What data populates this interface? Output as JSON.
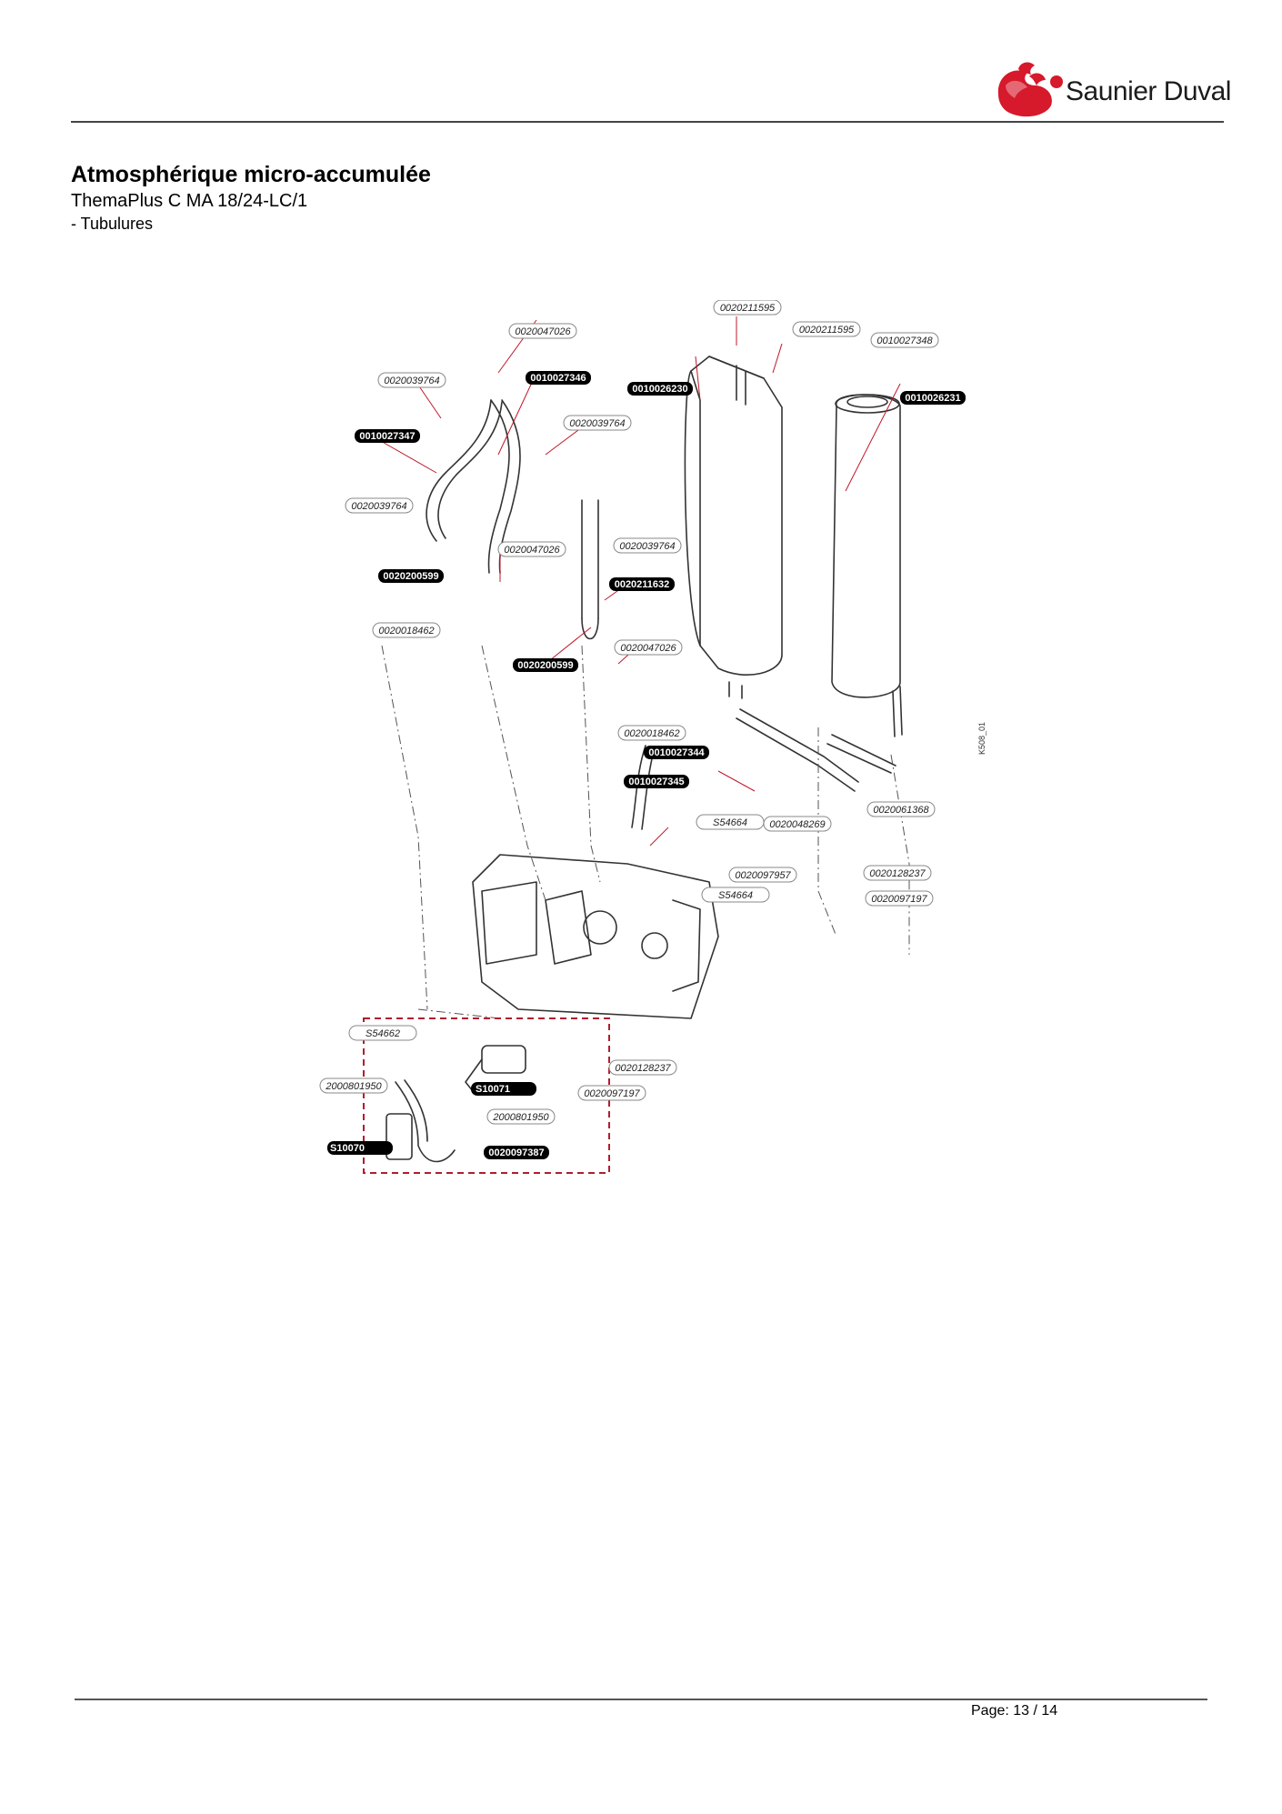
{
  "header": {
    "brand_name": "Saunier Duval",
    "brand_color": "#d6192b"
  },
  "document": {
    "title": "Atmosphérique micro-accumulée",
    "subtitle": "ThemaPlus C MA 18/24-LC/1",
    "section": "- Tubulures"
  },
  "diagram": {
    "drawing_ref": "K508_01",
    "callouts": [
      {
        "ref": "0020211595",
        "style": "outline"
      },
      {
        "ref": "0020047026",
        "style": "outline"
      },
      {
        "ref": "0020211595",
        "style": "outline"
      },
      {
        "ref": "0010027348",
        "style": "outline"
      },
      {
        "ref": "0020039764",
        "style": "outline"
      },
      {
        "ref": "0010027346",
        "style": "filled"
      },
      {
        "ref": "0010026230",
        "style": "filled"
      },
      {
        "ref": "0010026231",
        "style": "filled"
      },
      {
        "ref": "0020039764",
        "style": "outline"
      },
      {
        "ref": "0010027347",
        "style": "filled"
      },
      {
        "ref": "0020039764",
        "style": "outline"
      },
      {
        "ref": "0020047026",
        "style": "outline"
      },
      {
        "ref": "0020039764",
        "style": "outline"
      },
      {
        "ref": "0020200599",
        "style": "filled"
      },
      {
        "ref": "0020211632",
        "style": "filled"
      },
      {
        "ref": "0020018462",
        "style": "outline"
      },
      {
        "ref": "0020047026",
        "style": "outline"
      },
      {
        "ref": "0020200599",
        "style": "filled"
      },
      {
        "ref": "0020018462",
        "style": "outline"
      },
      {
        "ref": "0010027344",
        "style": "filled"
      },
      {
        "ref": "0010027345",
        "style": "filled"
      },
      {
        "ref": "S54664",
        "style": "outline"
      },
      {
        "ref": "0020048269",
        "style": "outline"
      },
      {
        "ref": "0020061368",
        "style": "outline"
      },
      {
        "ref": "0020097957",
        "style": "outline"
      },
      {
        "ref": "S54664",
        "style": "outline"
      },
      {
        "ref": "0020128237",
        "style": "outline"
      },
      {
        "ref": "0020097197",
        "style": "outline"
      },
      {
        "ref": "S54662",
        "style": "outline"
      },
      {
        "ref": "2000801950",
        "style": "outline"
      },
      {
        "ref": "S10071",
        "style": "filled"
      },
      {
        "ref": "0020128237",
        "style": "outline"
      },
      {
        "ref": "2000801950",
        "style": "outline"
      },
      {
        "ref": "0020097197",
        "style": "outline"
      },
      {
        "ref": "S10070",
        "style": "filled"
      },
      {
        "ref": "0020097387",
        "style": "filled"
      }
    ],
    "kit_outline_color": "#b01e2e"
  },
  "footer": {
    "page_label": "Page: 13 / 14"
  }
}
